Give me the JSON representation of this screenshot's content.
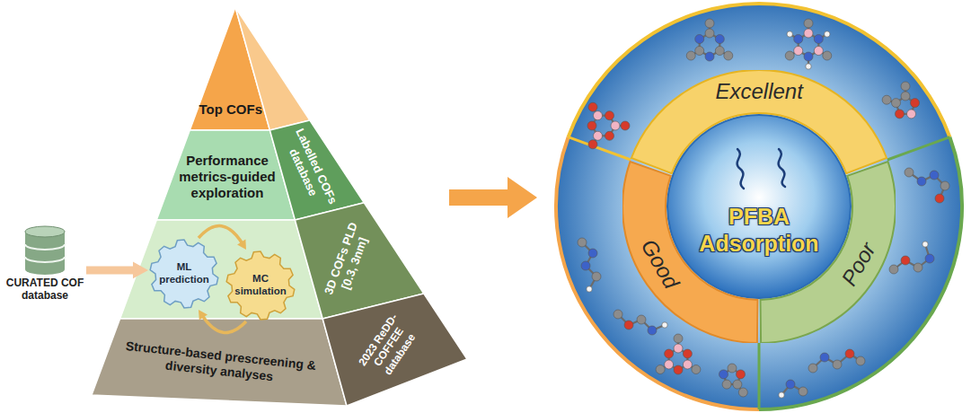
{
  "diagram": {
    "nodes": [
      {
        "text": [
          "CURATED COF database"
        ]
      },
      {
        "text": [
          "Top COFs"
        ]
      },
      {
        "text": [
          "Performance metrics-guided exploration"
        ]
      },
      {
        "text": [
          "Labelled COFs database"
        ]
      },
      {
        "text": [
          "ML prediction"
        ]
      },
      {
        "text": [
          "MC simulation"
        ]
      },
      {
        "text": [
          "3D COFs PLD [0.3, 3nm]"
        ]
      },
      {
        "text": [
          "Structure-based prescreening & diversity analyses"
        ]
      },
      {
        "text": [
          "2023 ReDD-COFFEE database"
        ]
      },
      {
        "text": [
          "PFBA Adsorption"
        ]
      },
      {
        "text": [
          "Excellent"
        ]
      },
      {
        "text": [
          "Good"
        ]
      },
      {
        "text": [
          "Poor"
        ]
      }
    ],
    "edges": [
      {
        "from": 0,
        "to": 4,
        "arrow": "to"
      },
      {
        "from": 4,
        "to": 5,
        "arrow": "to"
      },
      {
        "from": 5,
        "to": 4,
        "arrow": "to"
      }
    ]
  }
}
